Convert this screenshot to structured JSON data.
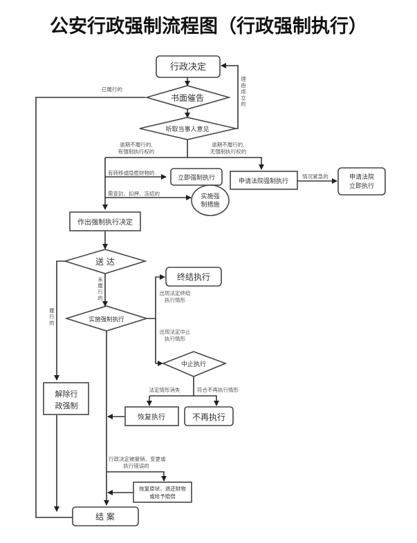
{
  "title": "公安行政强制流程图（行政强制执行）",
  "nodes": {
    "decision": "行政决定",
    "written_notice": "书面催告",
    "hear_opinion": "听取当事人意见",
    "immediate_enforce": "立即强制执行",
    "implement_measures_1": "实施强",
    "implement_measures_2": "制措施",
    "apply_court": "申请法院强制执行",
    "apply_court_immediate_1": "申请法院",
    "apply_court_immediate_2": "立即执行",
    "make_enforce_decision": "作出强制执行决定",
    "serve": "送 达",
    "implement_enforce": "实施强制执行",
    "terminate": "终结执行",
    "suspend": "中止执行",
    "resume": "恢复执行",
    "no_longer": "不再执行",
    "release_1": "解除行",
    "release_2": "政强制",
    "restore_1": "恢复原状、退还财物",
    "restore_2": "或给予赔偿",
    "close": "结 案"
  },
  "labels": {
    "already_performed": "已履行的",
    "reason_established": [
      "理",
      "由",
      "成",
      "立",
      "的"
    ],
    "overdue_with_right_1": "逾期不履行的,",
    "overdue_with_right_2": "有强制执行权的",
    "overdue_without_right_1": "逾期不履行的,",
    "overdue_without_right_2": "无强制执行权的",
    "transfer_hide": "有转移或隐匿财物的",
    "seal_seize": "需查封、扣押、冻结的",
    "urgent": "情况紧急的",
    "not_performed": [
      "未",
      "履",
      "行",
      "的"
    ],
    "performed": [
      "履",
      "行",
      "的"
    ],
    "terminate_cond_1": "出现法定终结",
    "terminate_cond_2": "执行情形",
    "suspend_cond_1": "出现法定中止",
    "suspend_cond_2": "执行情形",
    "cond_disappear": "法定情形消失",
    "meet_no_longer": "符合不再执行情形",
    "revoked_1": "行政决定被撤销、变更或",
    "revoked_2": "执行错误的"
  }
}
